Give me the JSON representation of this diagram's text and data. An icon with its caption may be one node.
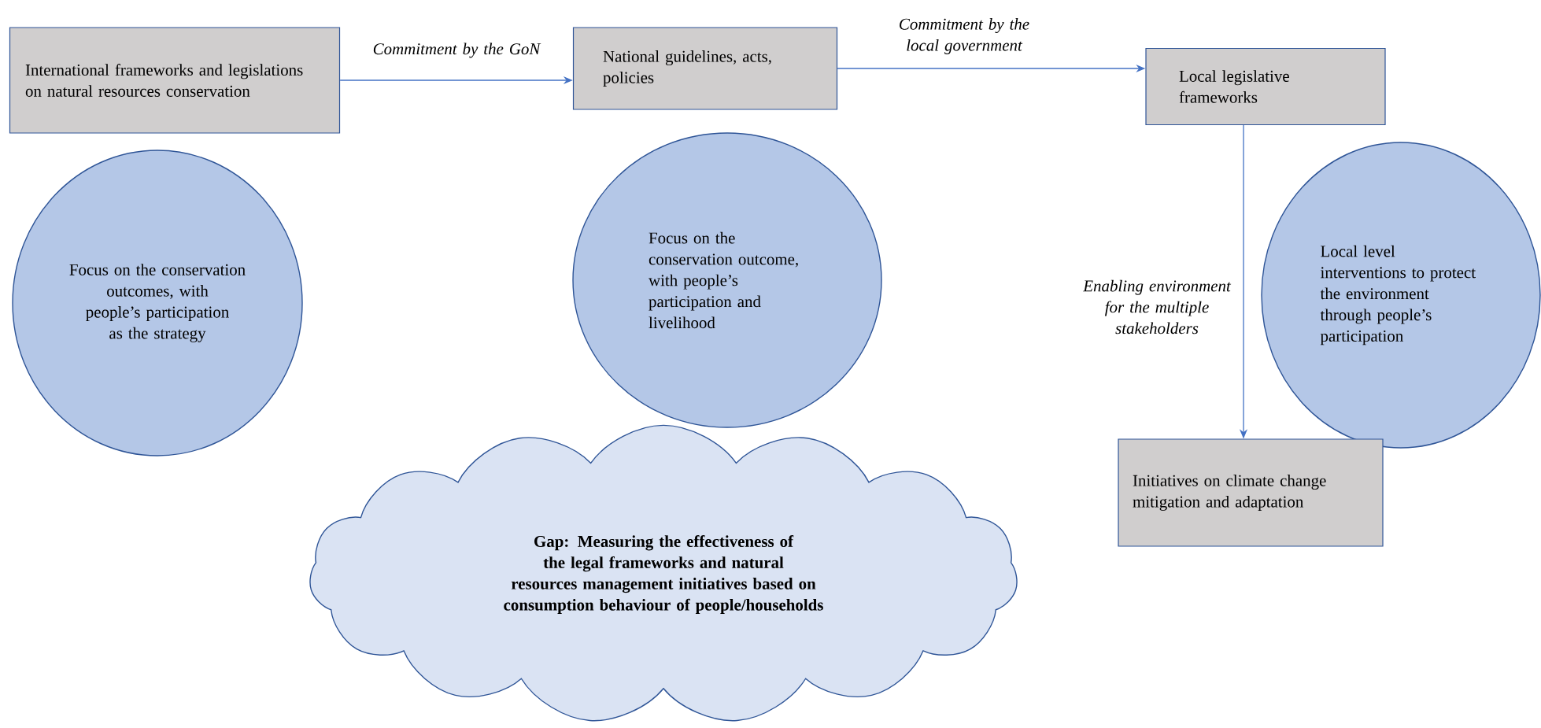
{
  "diagram": {
    "nodes": [
      {
        "text": [
          "International frameworks and legislations on natural resources conservation"
        ]
      },
      {
        "text": [
          "National guidelines, acts, policies"
        ]
      },
      {
        "text": [
          "Local legislative frameworks"
        ]
      },
      {
        "text": [
          "Focus on the conservation outcomes, with people’s participation as the strategy"
        ]
      },
      {
        "text": [
          "Focus on the conservation outcome, with people’s participation and livelihood"
        ]
      },
      {
        "text": [
          "Local level interventions to protect the environment through people’s participation"
        ]
      },
      {
        "text": [
          "Initiatives on climate change mitigation and adaptation"
        ]
      },
      {
        "text": [
          "Gap: Measuring the effectiveness of the legal frameworks and natural resources management initiatives based on consumption behaviour of people/households"
        ]
      }
    ],
    "edges": [
      {
        "from": 0,
        "to": 1,
        "arrow": "to",
        "label": "Commitment by the GoN"
      },
      {
        "from": 1,
        "to": 2,
        "arrow": "to",
        "label": "Commitment by the local government"
      },
      {
        "from": 2,
        "to": 6,
        "arrow": "to",
        "label": "Enabling environment for the multiple stakeholders"
      }
    ]
  }
}
